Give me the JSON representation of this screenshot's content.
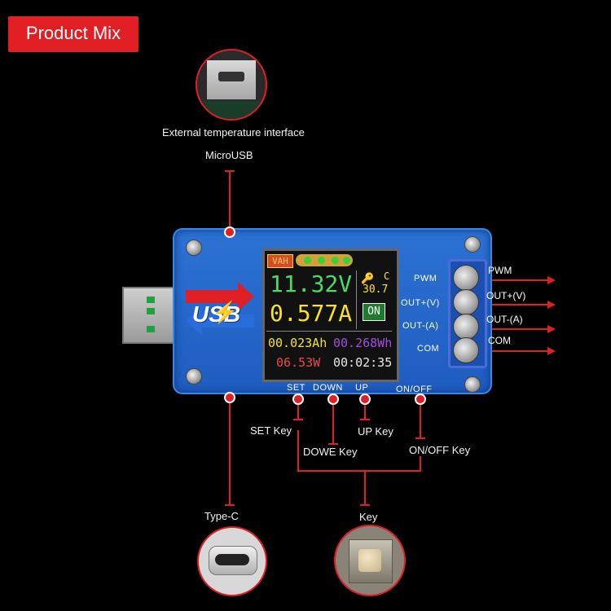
{
  "badge": "Product Mix",
  "labels": {
    "temp_interface": "External temperature interface",
    "micro_usb": "MicroUSB",
    "type_c": "Type-C",
    "set_key": "SET Key",
    "down_key": "DOWE  Key",
    "up_key": "UP  Key",
    "onoff_key": "ON/OFF  Key",
    "key": "Key"
  },
  "outputs": [
    "PWM",
    "OUT+(V)",
    "OUT-(A)",
    "COM"
  ],
  "board": {
    "pins": [
      "PWM",
      "OUT+(V)",
      "OUT-(A)",
      "COM"
    ],
    "keys": [
      "SET",
      "DOWN",
      "UP",
      "ON/OFF"
    ],
    "logo": "USB"
  },
  "screen": {
    "tag": "VAH",
    "voltage": "11.32V",
    "current": "0.577A",
    "temp_unit": "C",
    "temp": "30.7",
    "state": "ON",
    "ah": "00.023Ah",
    "wh": "00.268Wh",
    "power": "06.53W",
    "time": "00:02:35"
  },
  "colors": {
    "accent": "#e01e24",
    "board": "#2468cc",
    "lcd_green": "#4cd964",
    "lcd_yellow": "#f7e12a"
  }
}
